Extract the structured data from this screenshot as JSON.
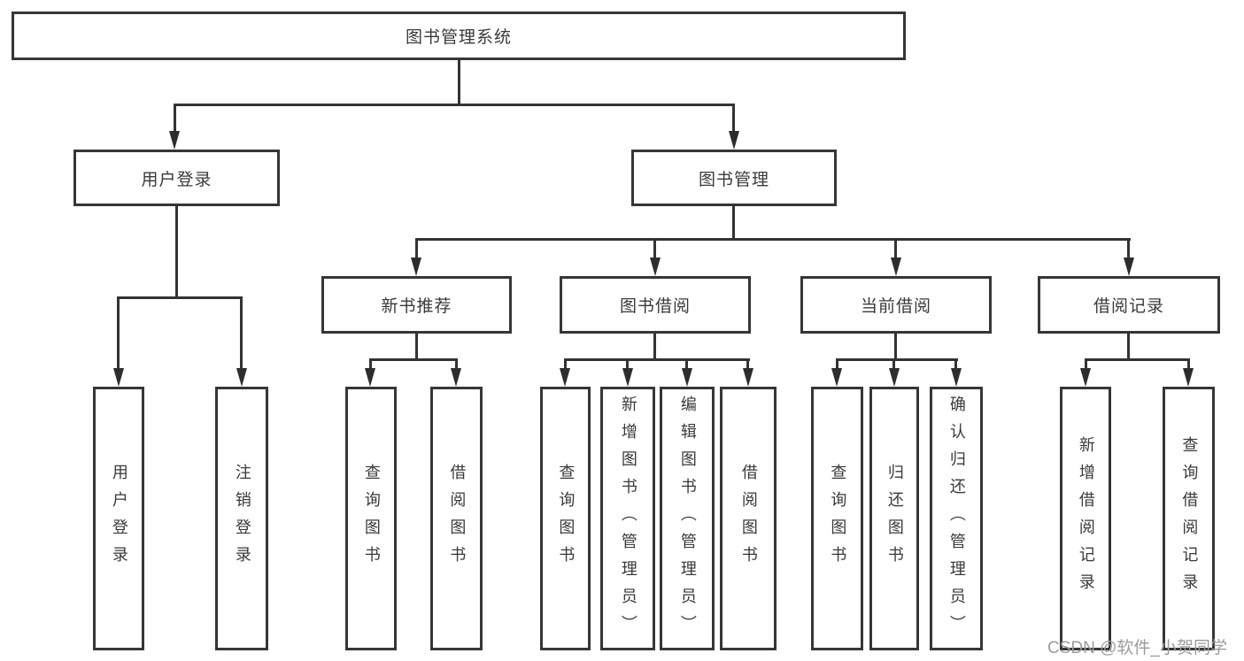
{
  "root": {
    "label": "图书管理系统"
  },
  "level2": [
    {
      "label": "用户登录",
      "children": [
        "用户登录",
        "注销登录"
      ]
    },
    {
      "label": "图书管理"
    }
  ],
  "level3": [
    {
      "label": "新书推荐",
      "children": [
        "查询图书",
        "借阅图书"
      ]
    },
    {
      "label": "图书借阅",
      "children": [
        "查询图书",
        "新增图书（管理员）",
        "编辑图书（管理员）",
        "借阅图书"
      ]
    },
    {
      "label": "当前借阅",
      "children": [
        "查询图书",
        "归还图书",
        "确认归还（管理员）"
      ]
    },
    {
      "label": "借阅记录",
      "children": [
        "新增借阅记录",
        "查询借阅记录"
      ]
    }
  ],
  "watermark": "CSDN @软件_小贺同学",
  "colors": {
    "line": "#333333",
    "box_border": "#363636",
    "text": "#3a3a3a",
    "watermark": "#9c9c9c",
    "background": "#ffffff"
  }
}
